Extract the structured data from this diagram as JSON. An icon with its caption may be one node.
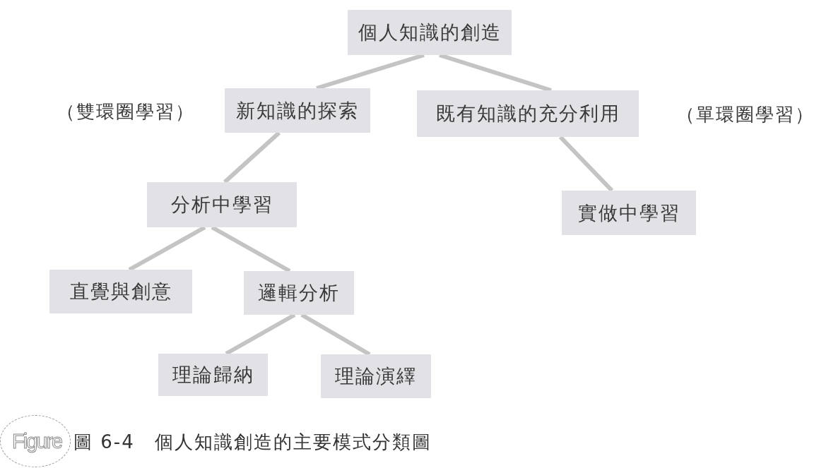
{
  "diagram": {
    "caption": "圖 6-4　個人知識創造的主要模式分類圖",
    "nodes": [
      {
        "text": [
          "個人知識的創造"
        ]
      },
      {
        "text": [
          "新知識的探索"
        ],
        "beside": [
          "（雙環圈學習）"
        ]
      },
      {
        "text": [
          "既有知識的充分利用"
        ],
        "beside": [
          "（單環圈學習）"
        ]
      },
      {
        "text": [
          "分析中學習"
        ]
      },
      {
        "text": [
          "實做中學習"
        ]
      },
      {
        "text": [
          "直覺與創意"
        ]
      },
      {
        "text": [
          "邏輯分析"
        ]
      },
      {
        "text": [
          "理論歸納"
        ]
      },
      {
        "text": [
          "理論演繹"
        ]
      }
    ],
    "edges": [
      {
        "from": 0,
        "to": 1,
        "arrow": "none"
      },
      {
        "from": 0,
        "to": 2,
        "arrow": "none"
      },
      {
        "from": 1,
        "to": 3,
        "arrow": "none"
      },
      {
        "from": 2,
        "to": 4,
        "arrow": "none"
      },
      {
        "from": 3,
        "to": 5,
        "arrow": "none"
      },
      {
        "from": 3,
        "to": 6,
        "arrow": "none"
      },
      {
        "from": 6,
        "to": 7,
        "arrow": "none"
      },
      {
        "from": 6,
        "to": 8,
        "arrow": "none"
      }
    ],
    "labels": [
      "Figure"
    ]
  }
}
